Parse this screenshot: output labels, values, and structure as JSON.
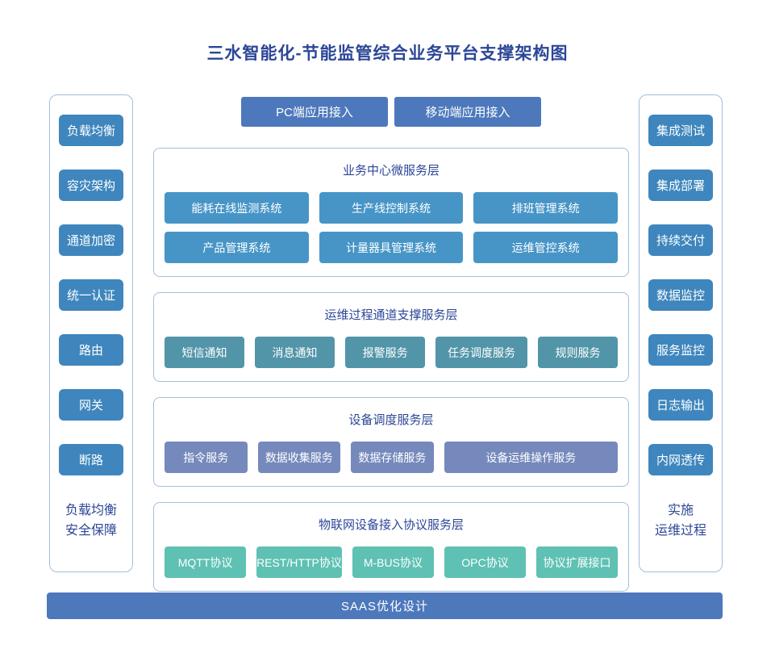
{
  "title": "三水智能化-节能监管综合业务平台支撑架构图",
  "top_access": {
    "pc_button": "PC端应用接入",
    "mobile_button": "移动端应用接入"
  },
  "left_panel": {
    "buttons": [
      "负载均衡",
      "容灾架构",
      "通道加密",
      "统一认证",
      "路由",
      "网关",
      "断路"
    ],
    "caption_line1": "负载均衡",
    "caption_line2": "安全保障"
  },
  "right_panel": {
    "buttons": [
      "集成测试",
      "集成部署",
      "持续交付",
      "数据监控",
      "服务监控",
      "日志输出",
      "内网透传"
    ],
    "caption_line1": "实施",
    "caption_line2": "运维过程"
  },
  "layers": [
    {
      "title": "业务中心微服务层",
      "buttons": [
        "能耗在线监测系统",
        "生产线控制系统",
        "排班管理系统",
        "产品管理系统",
        "计量器具管理系统",
        "运维管控系统"
      ],
      "button_color": "#4795c7"
    },
    {
      "title": "运维过程通道支撑服务层",
      "buttons": [
        "短信通知",
        "消息通知",
        "报警服务",
        "任务调度服务",
        "规则服务"
      ],
      "button_color": "#5295a9"
    },
    {
      "title": "设备调度服务层",
      "buttons": [
        "指令服务",
        "数据收集服务",
        "数据存储服务",
        "设备运维操作服务"
      ],
      "button_color": "#7589bc"
    },
    {
      "title": "物联网设备接入协议服务层",
      "buttons": [
        "MQTT协议",
        "REST/HTTP协议",
        "M-BUS协议",
        "OPC协议",
        "协议扩展接口"
      ],
      "button_color": "#5ec1b3"
    }
  ],
  "bottom_bar": "SAAS优化设计",
  "colors": {
    "title_text": "#2c4697",
    "panel_border": "#a4bedd",
    "side_button": "#3e86bd",
    "top_button": "#4d78bc",
    "bottom_bar": "#4d78bc"
  }
}
